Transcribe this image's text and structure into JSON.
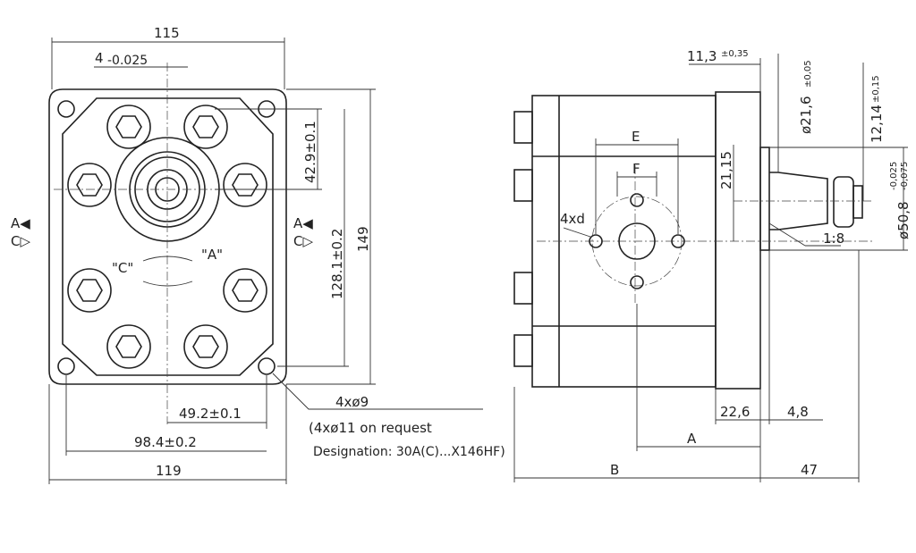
{
  "front_view": {
    "width_top": "115",
    "keyway_width": "4",
    "keyway_tol": "-0.025",
    "shaft_offset": "42.9±0.1",
    "bolt_spacing_v": "128.1±0.2",
    "height_total": "149",
    "half_bolt_spacing": "49.2±0.1",
    "bolt_spacing_h": "98.4±0.2",
    "width_bottom": "119",
    "rotation_c": "\"C\"",
    "rotation_a": "\"A\"",
    "port_a_left": "A◀",
    "port_c_left": "C▷",
    "port_a_right": "A◀",
    "port_c_right": "C▷",
    "hole_callout": "4xø9",
    "hole_option": "(4xø11 on request",
    "designation": "Designation: 30A(C)...X146HF)"
  },
  "side_view": {
    "flange_thickness": "11,3",
    "flange_thickness_tol": "±0,35",
    "taper_dia": "ø21,6",
    "taper_dia_tol": "±0,05",
    "taper_len": "12,14",
    "taper_len_tol": "±0,15",
    "pilot_dia": "ø50,8",
    "pilot_tol_upper": "-0,025",
    "pilot_tol_lower": "-0,075",
    "port_offset": "21,15",
    "taper_ratio": "1:8",
    "port_E": "E",
    "port_F": "F",
    "port_holes": "4xd",
    "flange_to_port": "22,6",
    "pilot_len": "4,8",
    "dim_A": "A",
    "dim_B": "B",
    "shaft_len": "47"
  }
}
